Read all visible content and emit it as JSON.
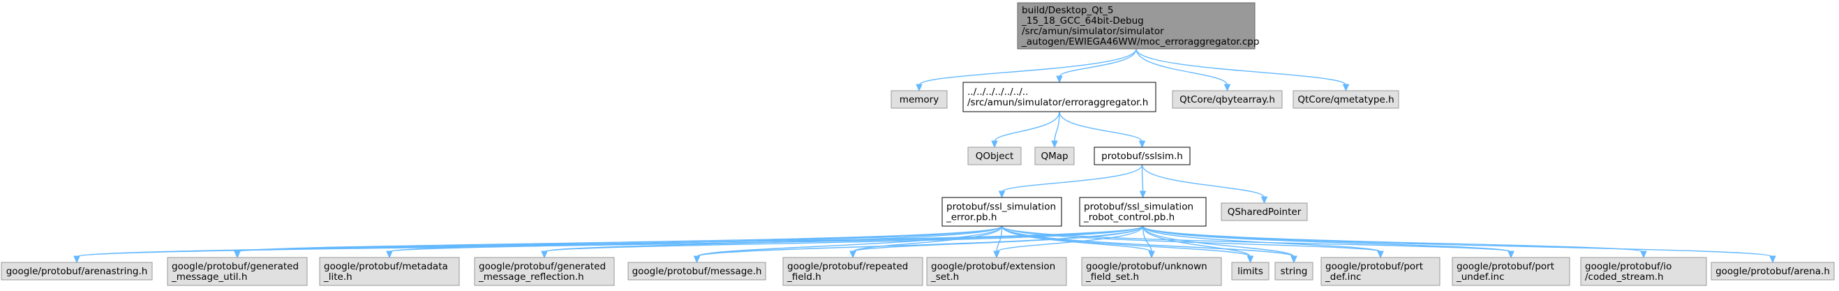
{
  "graph": {
    "colors": {
      "edge": "#63b8ff",
      "root_fill": "#999999",
      "system_fill": "#e0e0e0",
      "file_fill": "#ffffff"
    },
    "nodes": [
      {
        "id": "root",
        "kind": "root",
        "lines": [
          "build/Desktop_Qt_5",
          "_15_18_GCC_64bit-Debug",
          "/src/amun/simulator/simulator",
          "_autogen/EWIEGA46WW/moc_erroraggregator.cpp"
        ]
      },
      {
        "id": "memory",
        "kind": "system",
        "lines": [
          "memory"
        ]
      },
      {
        "id": "erroraggregator",
        "kind": "file",
        "lines": [
          "../../../../../../..",
          "/src/amun/simulator/erroraggregator.h"
        ]
      },
      {
        "id": "qbytearray",
        "kind": "system",
        "lines": [
          "QtCore/qbytearray.h"
        ]
      },
      {
        "id": "qmetatype",
        "kind": "system",
        "lines": [
          "QtCore/qmetatype.h"
        ]
      },
      {
        "id": "qobject",
        "kind": "system",
        "lines": [
          "QObject"
        ]
      },
      {
        "id": "qmap",
        "kind": "system",
        "lines": [
          "QMap"
        ]
      },
      {
        "id": "sslsim",
        "kind": "file",
        "lines": [
          "protobuf/sslsim.h"
        ]
      },
      {
        "id": "sim_error",
        "kind": "file",
        "lines": [
          "protobuf/ssl_simulation",
          "_error.pb.h"
        ]
      },
      {
        "id": "sim_robot",
        "kind": "file",
        "lines": [
          "protobuf/ssl_simulation",
          "_robot_control.pb.h"
        ]
      },
      {
        "id": "qsharedpointer",
        "kind": "system",
        "lines": [
          "QSharedPointer"
        ]
      },
      {
        "id": "arenastring",
        "kind": "system",
        "lines": [
          "google/protobuf/arenastring.h"
        ]
      },
      {
        "id": "gen_msg_util",
        "kind": "system",
        "lines": [
          "google/protobuf/generated",
          "_message_util.h"
        ]
      },
      {
        "id": "metadata_lite",
        "kind": "system",
        "lines": [
          "google/protobuf/metadata",
          "_lite.h"
        ]
      },
      {
        "id": "gen_msg_refl",
        "kind": "system",
        "lines": [
          "google/protobuf/generated",
          "_message_reflection.h"
        ]
      },
      {
        "id": "message",
        "kind": "system",
        "lines": [
          "google/protobuf/message.h"
        ]
      },
      {
        "id": "repeated_field",
        "kind": "system",
        "lines": [
          "google/protobuf/repeated",
          "_field.h"
        ]
      },
      {
        "id": "extension_set",
        "kind": "system",
        "lines": [
          "google/protobuf/extension",
          "_set.h"
        ]
      },
      {
        "id": "unknown_field_set",
        "kind": "system",
        "lines": [
          "google/protobuf/unknown",
          "_field_set.h"
        ]
      },
      {
        "id": "limits",
        "kind": "system",
        "lines": [
          "limits"
        ]
      },
      {
        "id": "string",
        "kind": "system",
        "lines": [
          "string"
        ]
      },
      {
        "id": "port_def",
        "kind": "system",
        "lines": [
          "google/protobuf/port",
          "_def.inc"
        ]
      },
      {
        "id": "port_undef",
        "kind": "system",
        "lines": [
          "google/protobuf/port",
          "_undef.inc"
        ]
      },
      {
        "id": "coded_stream",
        "kind": "system",
        "lines": [
          "google/protobuf/io",
          "/coded_stream.h"
        ]
      },
      {
        "id": "arena",
        "kind": "system",
        "lines": [
          "google/protobuf/arena.h"
        ]
      }
    ],
    "edges": [
      [
        "root",
        "memory"
      ],
      [
        "root",
        "erroraggregator"
      ],
      [
        "root",
        "qbytearray"
      ],
      [
        "root",
        "qmetatype"
      ],
      [
        "erroraggregator",
        "qobject"
      ],
      [
        "erroraggregator",
        "qmap"
      ],
      [
        "erroraggregator",
        "sslsim"
      ],
      [
        "sslsim",
        "sim_error"
      ],
      [
        "sslsim",
        "sim_robot"
      ],
      [
        "sslsim",
        "qsharedpointer"
      ],
      [
        "sim_error",
        "arenastring"
      ],
      [
        "sim_error",
        "gen_msg_util"
      ],
      [
        "sim_error",
        "metadata_lite"
      ],
      [
        "sim_error",
        "gen_msg_refl"
      ],
      [
        "sim_error",
        "message"
      ],
      [
        "sim_error",
        "repeated_field"
      ],
      [
        "sim_error",
        "extension_set"
      ],
      [
        "sim_error",
        "unknown_field_set"
      ],
      [
        "sim_error",
        "limits"
      ],
      [
        "sim_error",
        "string"
      ],
      [
        "sim_error",
        "port_def"
      ],
      [
        "sim_error",
        "port_undef"
      ],
      [
        "sim_robot",
        "arenastring"
      ],
      [
        "sim_robot",
        "gen_msg_util"
      ],
      [
        "sim_robot",
        "metadata_lite"
      ],
      [
        "sim_robot",
        "gen_msg_refl"
      ],
      [
        "sim_robot",
        "message"
      ],
      [
        "sim_robot",
        "repeated_field"
      ],
      [
        "sim_robot",
        "extension_set"
      ],
      [
        "sim_robot",
        "unknown_field_set"
      ],
      [
        "sim_robot",
        "limits"
      ],
      [
        "sim_robot",
        "string"
      ],
      [
        "sim_robot",
        "port_def"
      ],
      [
        "sim_robot",
        "port_undef"
      ],
      [
        "sim_robot",
        "coded_stream"
      ],
      [
        "sim_robot",
        "arena"
      ]
    ]
  }
}
